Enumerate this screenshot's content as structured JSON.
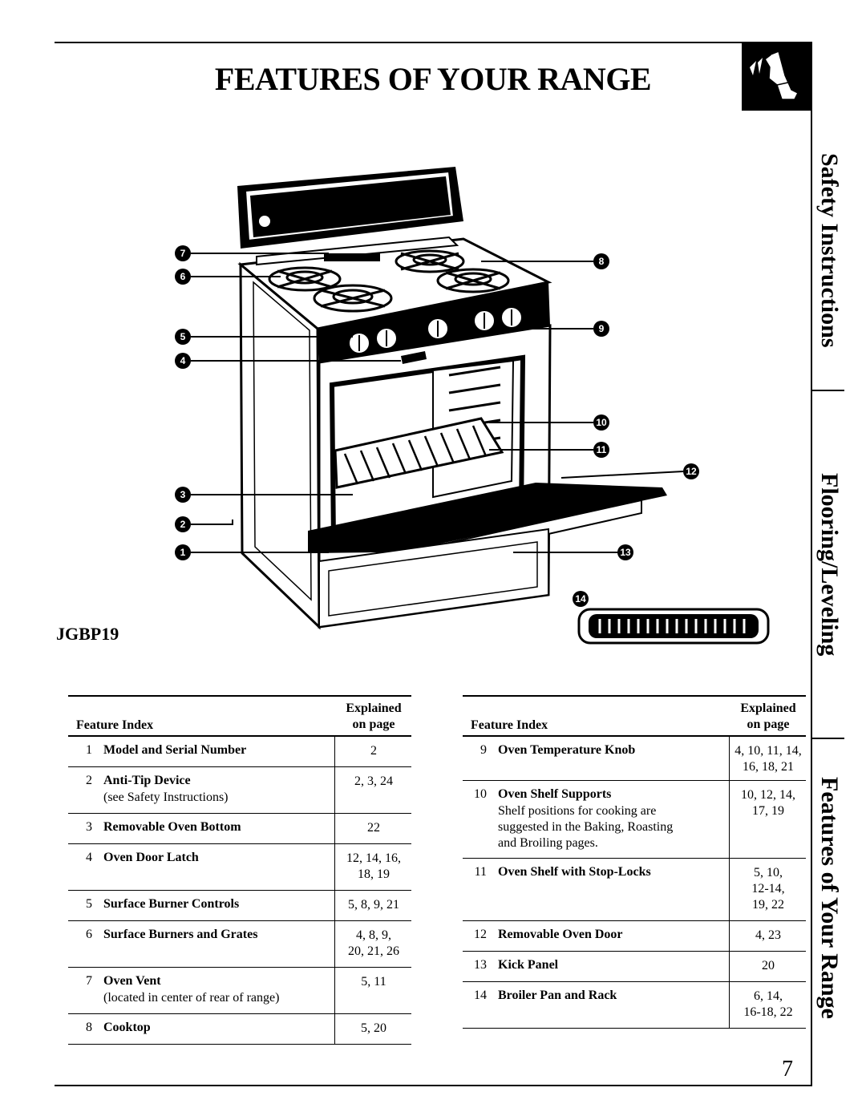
{
  "title": "FEATURES OF YOUR RANGE",
  "side_tabs": [
    "Safety Instructions",
    "Flooring/Leveling",
    "Features of Your Range"
  ],
  "model": "JGBP19",
  "callouts": [
    "1",
    "2",
    "3",
    "4",
    "5",
    "6",
    "7",
    "8",
    "9",
    "10",
    "11",
    "12",
    "13",
    "14"
  ],
  "table_headers": {
    "feature_index": "Feature Index",
    "explained": "Explained",
    "on_page": "on page"
  },
  "left_table": [
    {
      "num": "1",
      "name": "Model and Serial Number",
      "desc": "",
      "pages": "2"
    },
    {
      "num": "2",
      "name": "Anti-Tip Device",
      "desc": "(see Safety Instructions)",
      "pages": "2, 3, 24"
    },
    {
      "num": "3",
      "name": "Removable Oven Bottom",
      "desc": "",
      "pages": "22"
    },
    {
      "num": "4",
      "name": "Oven Door Latch",
      "desc": "",
      "pages": "12, 14, 16,\n18, 19"
    },
    {
      "num": "5",
      "name": "Surface Burner Controls",
      "desc": "",
      "pages": "5, 8, 9, 21"
    },
    {
      "num": "6",
      "name": "Surface Burners and Grates",
      "desc": "",
      "pages": "4, 8, 9,\n20, 21, 26"
    },
    {
      "num": "7",
      "name": "Oven Vent",
      "desc": "(located in center of rear of range)",
      "pages": "5, 11"
    },
    {
      "num": "8",
      "name": "Cooktop",
      "desc": "",
      "pages": "5, 20"
    }
  ],
  "right_table": [
    {
      "num": "9",
      "name": "Oven Temperature Knob",
      "desc": "",
      "pages": "4, 10, 11, 14,\n16, 18, 21"
    },
    {
      "num": "10",
      "name": "Oven Shelf Supports",
      "desc": "Shelf positions for cooking are\nsuggested in the Baking, Roasting\nand Broiling pages.",
      "pages": "10, 12, 14,\n17, 19"
    },
    {
      "num": "11",
      "name": "Oven Shelf with Stop-Locks",
      "desc": "",
      "pages": "5, 10,\n12-14,\n19, 22"
    },
    {
      "num": "12",
      "name": "Removable Oven Door",
      "desc": "",
      "pages": "4, 23"
    },
    {
      "num": "13",
      "name": "Kick Panel",
      "desc": "",
      "pages": "20"
    },
    {
      "num": "14",
      "name": "Broiler Pan and Rack",
      "desc": "",
      "pages": "6, 14,\n16-18, 22"
    }
  ],
  "page_number": "7"
}
